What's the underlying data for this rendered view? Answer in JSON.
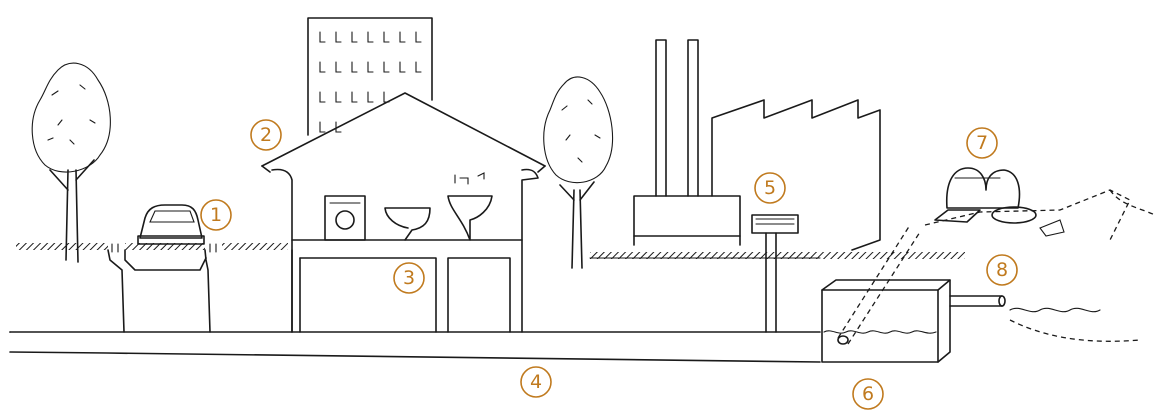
{
  "colors": {
    "accent": "#c07a1e",
    "ink": "#1a1a1a",
    "background": "#ffffff"
  },
  "callouts": [
    {
      "id": "c1",
      "label": "1"
    },
    {
      "id": "c2",
      "label": "2"
    },
    {
      "id": "c3",
      "label": "3"
    },
    {
      "id": "c4",
      "label": "4"
    },
    {
      "id": "c5",
      "label": "5"
    },
    {
      "id": "c6",
      "label": "6"
    },
    {
      "id": "c7",
      "label": "7"
    },
    {
      "id": "c8",
      "label": "8"
    }
  ]
}
